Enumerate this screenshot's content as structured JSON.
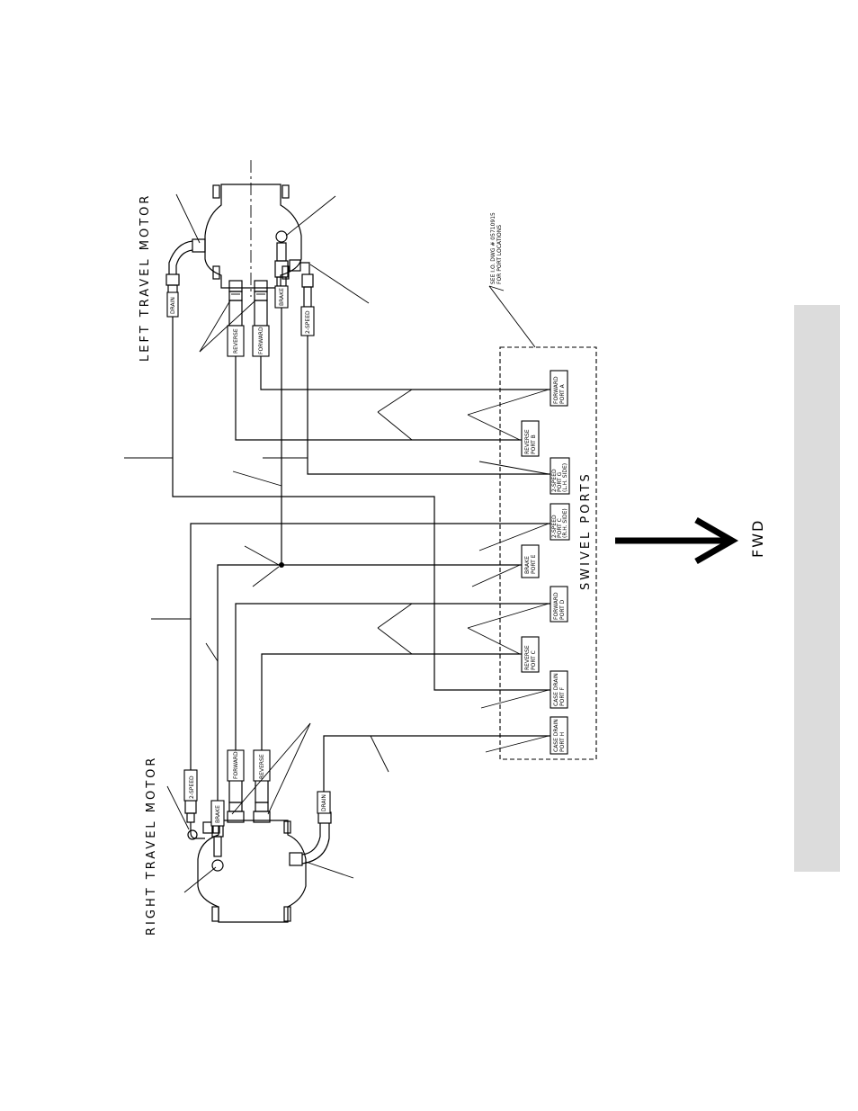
{
  "labels": {
    "left_motor": "LEFT TRAVEL MOTOR",
    "right_motor": "RIGHT TRAVEL MOTOR",
    "swivel_ports": "SWIVEL PORTS",
    "fwd": "FWD",
    "note_line1": "SEE I.O. DWG # 05710915",
    "note_line2": "FOR PORT LOCATIONS"
  },
  "left_motor_hoses": {
    "drain": "DRAIN",
    "reverse": "REVERSE",
    "forward": "FORWARD",
    "brake": "BRAKE",
    "two_speed": "2-SPEED"
  },
  "right_motor_hoses": {
    "two_speed": "2-SPEED",
    "brake": "BRAKE",
    "forward": "FORWARD",
    "reverse": "REVERSE",
    "drain": "DRAIN"
  },
  "swivel_ports": [
    {
      "id": "forward-port-a",
      "l1": "FORWARD",
      "l2": "PORT A",
      "l3": ""
    },
    {
      "id": "reverse-port-b",
      "l1": "REVERSE",
      "l2": "PORT B",
      "l3": ""
    },
    {
      "id": "two-speed-port-g",
      "l1": "2-SPEED",
      "l2": "PORT G",
      "l3": "(L.H. SIDE)"
    },
    {
      "id": "two-speed-port-c",
      "l1": "2-SPEED",
      "l2": "PORT C",
      "l3": "(R.H. SIDE)"
    },
    {
      "id": "brake-port-e",
      "l1": "BRAKE",
      "l2": "PORT E",
      "l3": ""
    },
    {
      "id": "forward-port-d",
      "l1": "FORWARD",
      "l2": "PORT D",
      "l3": ""
    },
    {
      "id": "reverse-port-c",
      "l1": "REVERSE",
      "l2": "PORT C",
      "l3": ""
    },
    {
      "id": "case-drain-port-f",
      "l1": "CASE DRAIN",
      "l2": "PORT F",
      "l3": ""
    },
    {
      "id": "case-drain-port-h",
      "l1": "CASE DRAIN",
      "l2": "PORT H",
      "l3": ""
    }
  ]
}
